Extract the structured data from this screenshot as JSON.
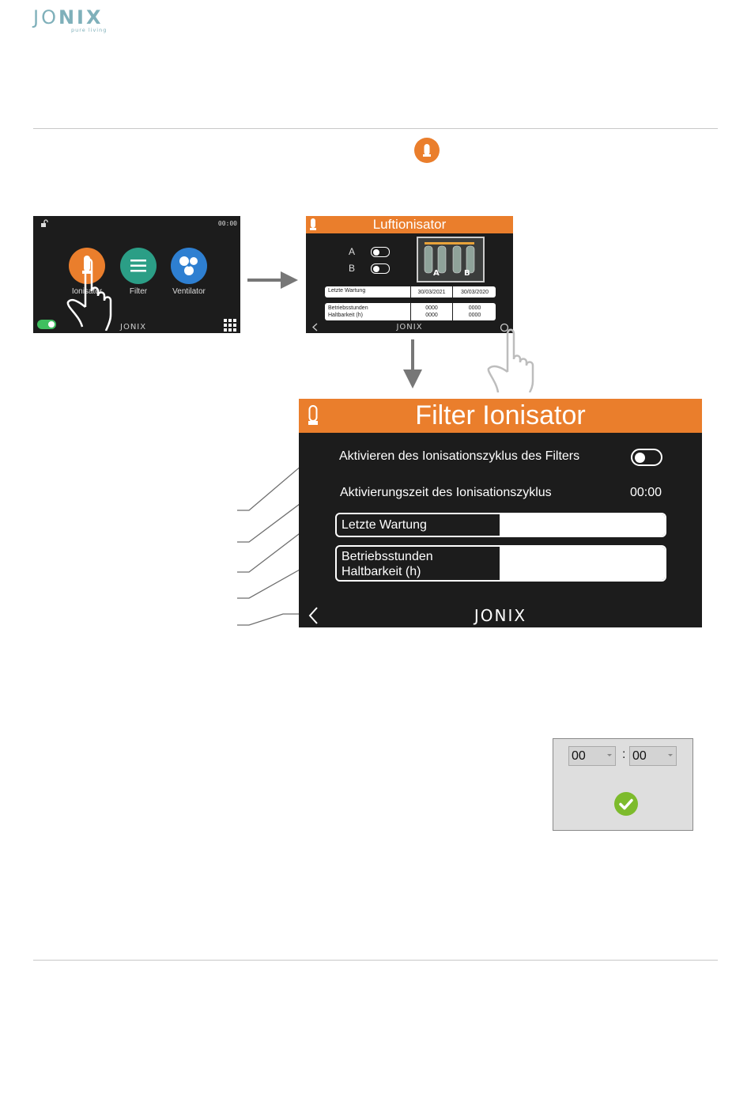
{
  "logo": {
    "brand_a": "JO",
    "brand_b": "NIX",
    "tagline": "pure living"
  },
  "screen_home": {
    "time": "00:00",
    "tiles": [
      {
        "label": "Ionisator",
        "color": "#ea7e2c"
      },
      {
        "label": "Filter",
        "color": "#2b9e86"
      },
      {
        "label": "Ventilator",
        "color": "#2e7fd1"
      }
    ],
    "logo": "JONIX"
  },
  "screen_ionizer": {
    "title": "Luftionisator",
    "toggle_a": "A",
    "toggle_b": "B",
    "photo_labels": [
      "A",
      "B"
    ],
    "last_service_label": "Letzte Wartung",
    "last_service_a": "30/03/2021",
    "last_service_b": "30/03/2020",
    "hours_label_1": "Betriebsstunden",
    "hours_label_2": "Haltbarkeit (h)",
    "hours_a_1": "0000",
    "hours_a_2": "0000",
    "hours_b_1": "0000",
    "hours_b_2": "0000",
    "logo": "JONIX"
  },
  "screen_filter": {
    "title": "Filter Ionisator",
    "activate_label": "Aktivieren des Ionisationszyklus des Filters",
    "activation_time_label": "Aktivierungszeit des Ionisationszyklus",
    "activation_time_value": "00:00",
    "last_service_label": "Letzte Wartung",
    "hours_label_1": "Betriebsstunden",
    "hours_label_2": "Haltbarkeit (h)",
    "logo": "JONIX"
  },
  "time_picker": {
    "hours": "00",
    "separator": ":",
    "minutes": "00"
  },
  "colors": {
    "accent": "#ea7e2c",
    "screen_bg": "#1c1c1c",
    "confirm": "#7dbb2c",
    "brand": "#7fb0ba"
  }
}
